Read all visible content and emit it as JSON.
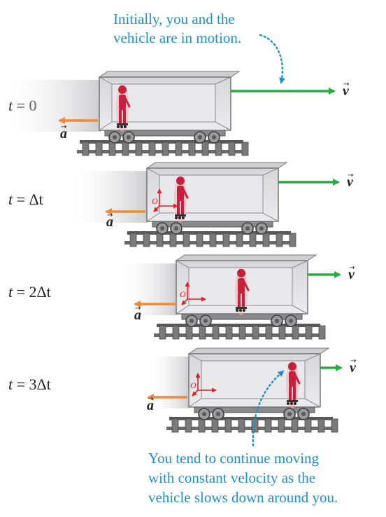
{
  "callouts": {
    "top": [
      "Initially, you and the",
      "vehicle are in motion."
    ],
    "bottom": [
      "You tend to continue moving",
      "with constant velocity as the",
      "vehicle slows down around you."
    ]
  },
  "labels": {
    "velocity": "v",
    "acceleration": "a",
    "origin": "O"
  },
  "frames": [
    {
      "time_var": "t",
      "time_rest": " = 0"
    },
    {
      "time_var": "t",
      "time_rest": " = Δt"
    },
    {
      "time_var": "t",
      "time_rest": " = 2Δt"
    },
    {
      "time_var": "t",
      "time_rest": " = 3Δt"
    }
  ],
  "colors": {
    "callout": "#1f8fc6",
    "velocity_arrow": "#2bab48",
    "acceleration_arrow": "#f08a3a",
    "axes": "#e0202a",
    "person": "#c8203c",
    "box": "#e8e8ea",
    "track": "#5a5a5a"
  }
}
